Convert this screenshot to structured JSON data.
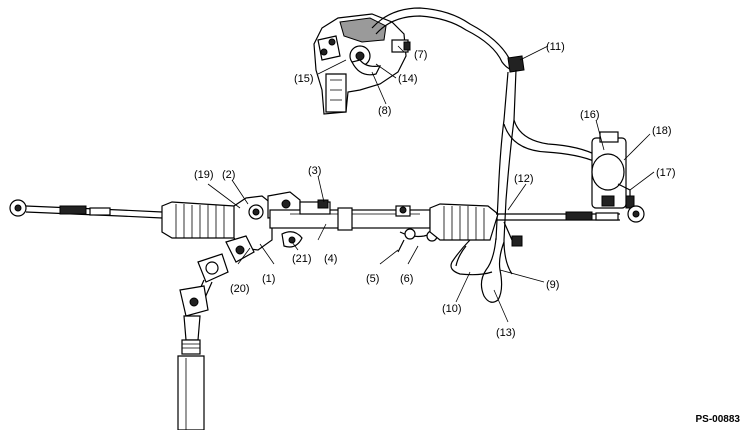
{
  "figure_id": "PS-00883",
  "callouts": [
    {
      "id": "1",
      "label": "(1)"
    },
    {
      "id": "2",
      "label": "(2)"
    },
    {
      "id": "3",
      "label": "(3)"
    },
    {
      "id": "4",
      "label": "(4)"
    },
    {
      "id": "5",
      "label": "(5)"
    },
    {
      "id": "6",
      "label": "(6)"
    },
    {
      "id": "7",
      "label": "(7)"
    },
    {
      "id": "8",
      "label": "(8)"
    },
    {
      "id": "9",
      "label": "(9)"
    },
    {
      "id": "10",
      "label": "(10)"
    },
    {
      "id": "11",
      "label": "(11)"
    },
    {
      "id": "12",
      "label": "(12)"
    },
    {
      "id": "13",
      "label": "(13)"
    },
    {
      "id": "14",
      "label": "(14)"
    },
    {
      "id": "15",
      "label": "(15)"
    },
    {
      "id": "16",
      "label": "(16)"
    },
    {
      "id": "17",
      "label": "(17)"
    },
    {
      "id": "18",
      "label": "(18)"
    },
    {
      "id": "19",
      "label": "(19)"
    },
    {
      "id": "20",
      "label": "(20)"
    },
    {
      "id": "21",
      "label": "(21)"
    }
  ]
}
